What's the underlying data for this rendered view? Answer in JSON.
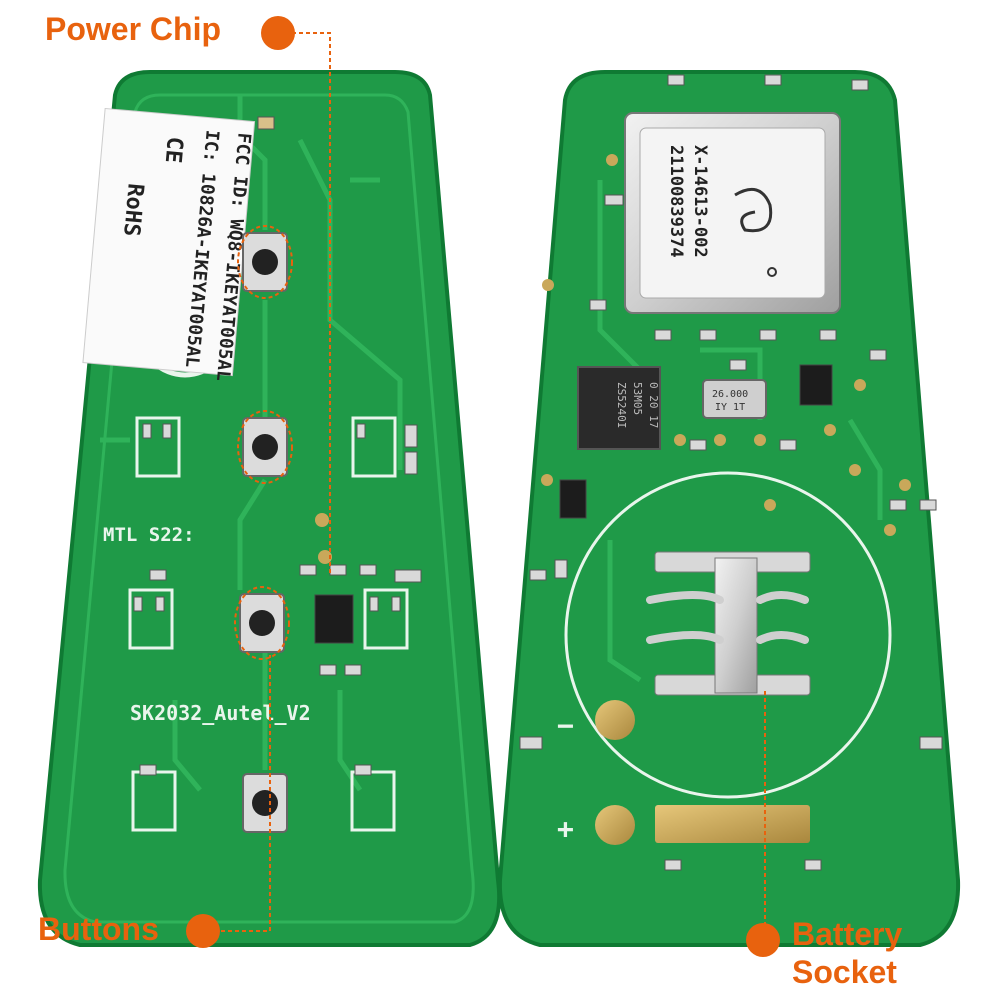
{
  "callouts": {
    "power_chip": "Power Chip",
    "buttons": "Buttons",
    "battery_line1": "Battery",
    "battery_line2": "Socket"
  },
  "left_board": {
    "sticker": {
      "fcc_line": "FCC ID: WQ8-IKEYAT005AL",
      "ic_line": "IC: 10826A-IKEYAT005AL",
      "ce_mark": "CE",
      "rohs_mark": "RoHS"
    },
    "silkscreen_mtl": "MTL S22:",
    "silkscreen_model": "SK2032_Autel_V2"
  },
  "right_board": {
    "rf_module": {
      "part_line": "X-14613-002",
      "serial_line": "21100839374"
    },
    "chip_marking": [
      "0 20 17",
      "53M05",
      "ZS5240I"
    ],
    "crystal_marking": [
      "26.000",
      "IY 1T"
    ],
    "minus_sign": "−",
    "plus_sign": "+"
  },
  "colors": {
    "accent": "#e8620e",
    "pcb_green": "#1f9a48",
    "pcb_edge": "#0f7a33",
    "trace": "#2fb35a",
    "pad": "#c9a85a",
    "module_silver": "#d8d8d8"
  }
}
